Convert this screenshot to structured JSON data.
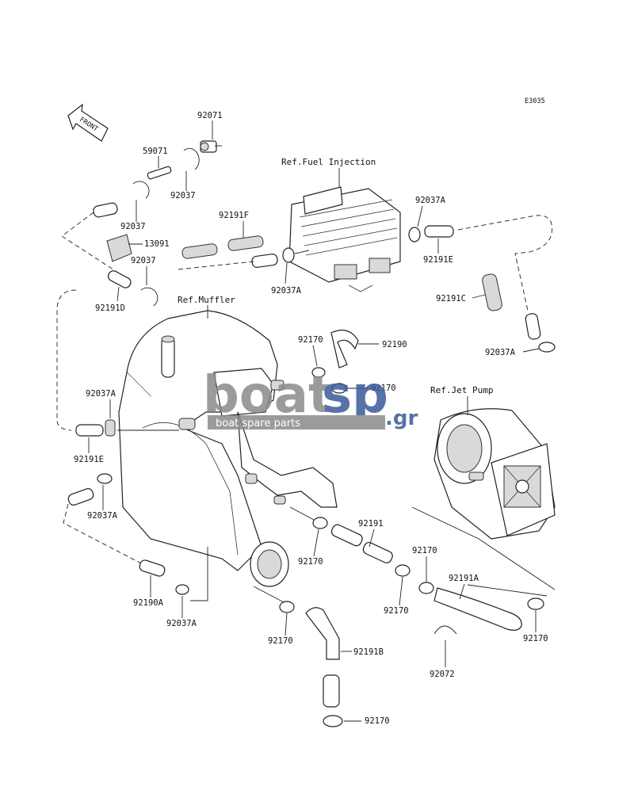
{
  "diagram": {
    "code": "E3035",
    "front_label": "FRONT",
    "refs": {
      "fuel_injection": "Ref.Fuel Injection",
      "muffler": "Ref.Muffler",
      "jet_pump": "Ref.Jet Pump"
    },
    "parts": {
      "p92071": "92071",
      "p59071": "59071",
      "p92037_top": "92037",
      "p92037_left": "92037",
      "p92037_mid": "92037",
      "p13091": "13091",
      "p92191F": "92191F",
      "p92037A_ecu": "92037A",
      "p92191E_right": "92191E",
      "p92037A_ecu_low": "92037A",
      "p92191C": "92191C",
      "p92191D": "92191D",
      "p92037A_right": "92037A",
      "p92170_a": "92170",
      "p92190": "92190",
      "p92170_b": "92170",
      "p92037A_left": "92037A",
      "p92191E_left": "92191E",
      "p92037A_lower": "92037A",
      "p92191": "92191",
      "p92170_c": "92170",
      "p92170_d": "92170",
      "p92170_e": "92170",
      "p92191A": "92191A",
      "p92190A": "92190A",
      "p92037A_bottom": "92037A",
      "p92170_f": "92170",
      "p92170_g": "92170",
      "p92191B": "92191B",
      "p92072": "92072",
      "p92170_h": "92170"
    }
  },
  "watermark": {
    "brand_left": "boat",
    "brand_right": "sp",
    "suffix": ".gr",
    "tagline": "boat spare parts"
  },
  "colors": {
    "line": "#222222",
    "watermark_gray": "#8a8a8a",
    "watermark_blue": "#3a5a9a"
  }
}
